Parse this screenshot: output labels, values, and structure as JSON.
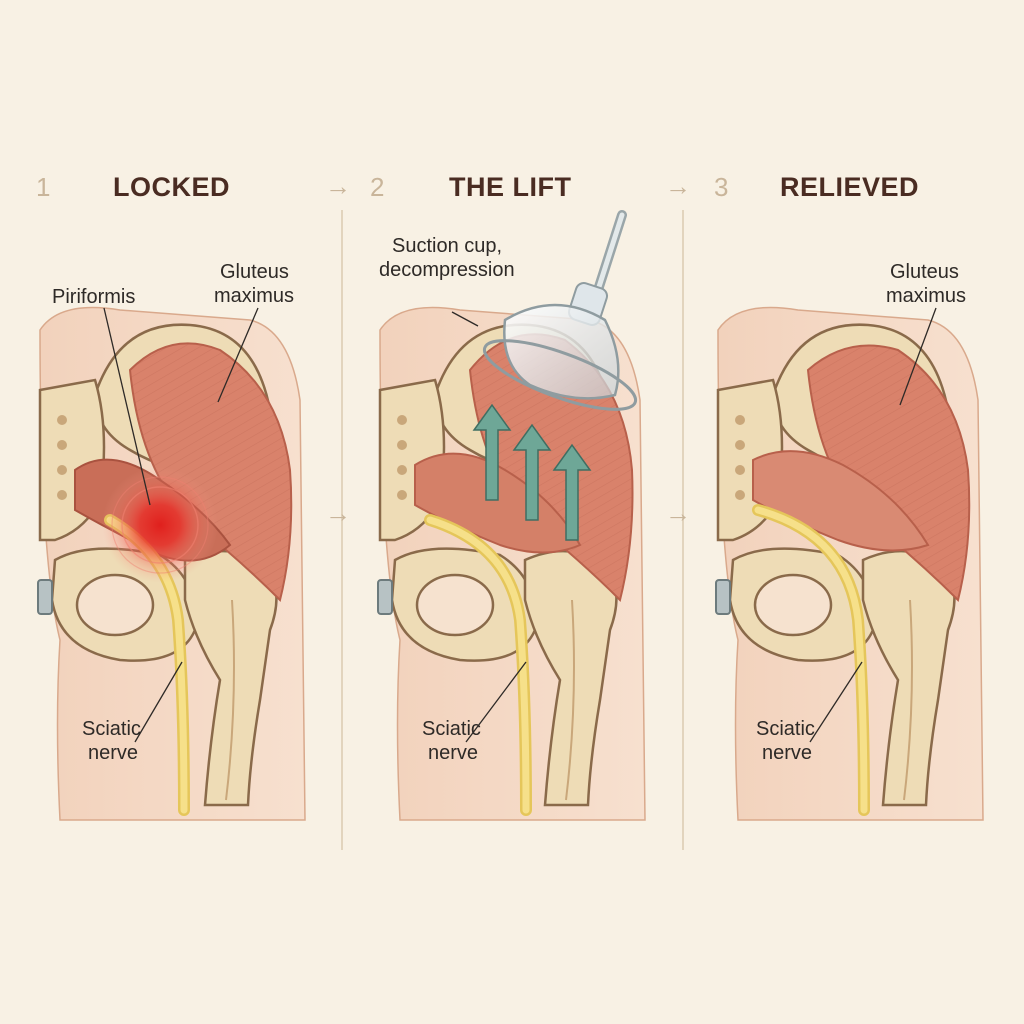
{
  "panels": [
    {
      "number": "1",
      "title": "LOCKED",
      "labels": {
        "piriformis": "Piriformis",
        "gluteus_line1": "Gluteus",
        "gluteus_line2": "maximus",
        "sciatic_line1": "Sciatic",
        "sciatic_line2": "nerve"
      }
    },
    {
      "number": "2",
      "title": "THE LIFT",
      "labels": {
        "cup_line1": "Suction cup,",
        "cup_line2": "decompression",
        "sciatic_line1": "Sciatic",
        "sciatic_line2": "nerve"
      }
    },
    {
      "number": "3",
      "title": "RELIEVED",
      "labels": {
        "gluteus_line1": "Gluteus",
        "gluteus_line2": "maximus",
        "sciatic_line1": "Sciatic",
        "sciatic_line2": "nerve"
      }
    }
  ],
  "colors": {
    "background": "#f8f1e4",
    "skin": "#f4d9c4",
    "bone": "#eedcb6",
    "bone_outline": "#8a6a4a",
    "muscle": "#d9826b",
    "muscle_dark": "#b8604b",
    "nerve": "#f1d77a",
    "pain": "#e0201d",
    "lift_arrow": "#6ea797",
    "cup": "#dfe6ea"
  }
}
